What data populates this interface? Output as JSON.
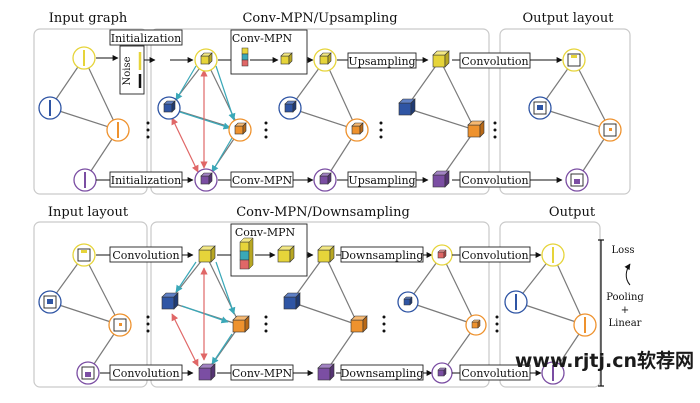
{
  "top": {
    "left_title": "Input graph",
    "mid_title": "Conv-MPN/Upsampling",
    "right_title": "Output layout",
    "init_top": "Initialization",
    "noise": "Noise",
    "mpn_box": "Conv-MPN",
    "upsampling_top": "Upsampling",
    "convolution_top": "Convolution",
    "init_bottom": "Initialization",
    "mpn_bottom": "Conv-MPN",
    "upsampling_bottom": "Upsampling",
    "convolution_bottom": "Convolution"
  },
  "bottom": {
    "left_title": "Input layout",
    "mid_title": "Conv-MPN/Downsampling",
    "right_title": "Output",
    "convolution_top": "Convolution",
    "mpn_box": "Conv-MPN",
    "downsampling_top": "Downsampling",
    "convolution_right_top": "Convolution",
    "convolution_bottom": "Convolution",
    "mpn_bottom": "Conv-MPN",
    "downsampling_bottom": "Downsampling",
    "convolution_right_bottom": "Convolution"
  },
  "side": {
    "loss": "Loss",
    "pooling": "Pooling",
    "plus": "+",
    "linear": "Linear"
  },
  "watermark": "www.rjtj.cn软荐网",
  "colors": {
    "yellow": "#e6d43a",
    "blue": "#2f55a4",
    "orange": "#ee922e",
    "purple": "#7b4ea3",
    "teal": "#3aa8b8",
    "red": "#e06767"
  }
}
